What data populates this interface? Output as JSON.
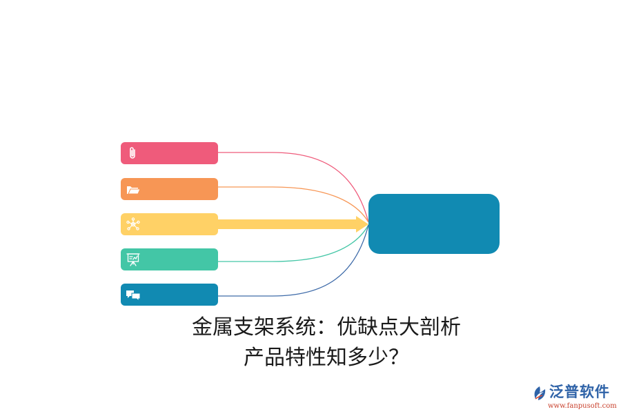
{
  "diagram": {
    "title_line1": "金属支架系统：优缺点大剖析",
    "title_line2": "产品特性知多少？",
    "hub": {
      "color": "#118ab2"
    },
    "nodes": [
      {
        "icon": "paperclip-icon",
        "color": "#ef5b7b"
      },
      {
        "icon": "folder-icon",
        "color": "#f79655"
      },
      {
        "icon": "network-icon",
        "color": "#ffd166"
      },
      {
        "icon": "presentation-icon",
        "color": "#43c6a6"
      },
      {
        "icon": "chat-bubbles-icon",
        "color": "#118ab2"
      }
    ]
  },
  "watermark": {
    "name": "泛普软件",
    "url": "www.fanpusoft.com"
  }
}
